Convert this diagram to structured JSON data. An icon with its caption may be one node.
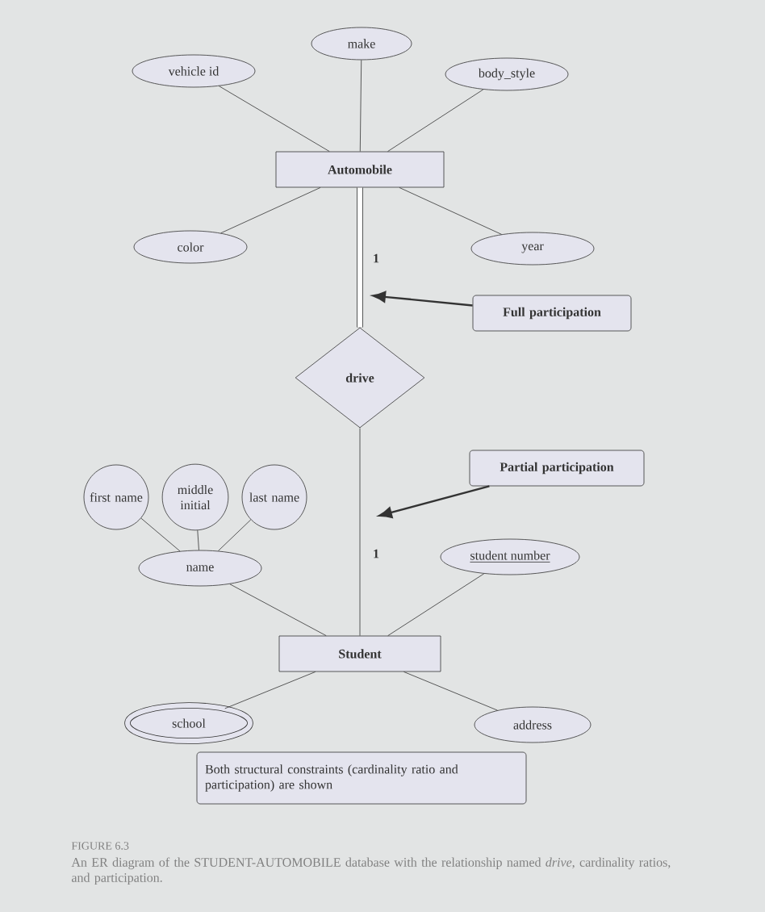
{
  "diagram": {
    "caption": "An ER diagram of the STUDENT-AUTOMOBILE database with the relationship named *drive*, cardinality ratios, and participation.",
    "nodes": [
      {
        "text": [
          "make"
        ]
      },
      {
        "text": [
          "vehicle id"
        ]
      },
      {
        "text": [
          "body_style"
        ]
      },
      {
        "text": [
          "Automobile"
        ]
      },
      {
        "text": [
          "color"
        ]
      },
      {
        "text": [
          "year"
        ]
      },
      {
        "text": [
          "Full participation"
        ]
      },
      {
        "text": [
          "drive"
        ]
      },
      {
        "text": [
          "Partial participation"
        ]
      },
      {
        "text": [
          "first name"
        ]
      },
      {
        "text": [
          "middle initial"
        ]
      },
      {
        "text": [
          "last name"
        ]
      },
      {
        "text": [
          "name"
        ]
      },
      {
        "text": [
          "student number"
        ]
      },
      {
        "text": [
          "Student"
        ]
      },
      {
        "text": [
          "school"
        ]
      },
      {
        "text": [
          "address"
        ]
      },
      {
        "text": [
          "Both structural constraints (cardinality ratio and participation) are shown"
        ]
      }
    ],
    "edges": [
      {
        "from": 1,
        "to": 3,
        "arrow": "none"
      },
      {
        "from": 0,
        "to": 3,
        "arrow": "none"
      },
      {
        "from": 2,
        "to": 3,
        "arrow": "none"
      },
      {
        "from": 4,
        "to": 3,
        "arrow": "none"
      },
      {
        "from": 5,
        "to": 3,
        "arrow": "none"
      },
      {
        "from": 3,
        "to": 7,
        "arrow": "none",
        "label": "1",
        "style": "thick"
      },
      {
        "from": 6,
        "to": null,
        "arrow": "to"
      },
      {
        "from": 7,
        "to": 14,
        "arrow": "none",
        "label": "1"
      },
      {
        "from": 8,
        "to": null,
        "arrow": "to"
      },
      {
        "from": 9,
        "to": 12,
        "arrow": "none"
      },
      {
        "from": 10,
        "to": 12,
        "arrow": "none"
      },
      {
        "from": 11,
        "to": 12,
        "arrow": "none"
      },
      {
        "from": 12,
        "to": 14,
        "arrow": "none"
      },
      {
        "from": 13,
        "to": 14,
        "arrow": "none"
      },
      {
        "from": 15,
        "to": 14,
        "arrow": "none"
      },
      {
        "from": 16,
        "to": 14,
        "arrow": "none"
      }
    ],
    "labels": [
      "FIGURE 6.3"
    ]
  }
}
